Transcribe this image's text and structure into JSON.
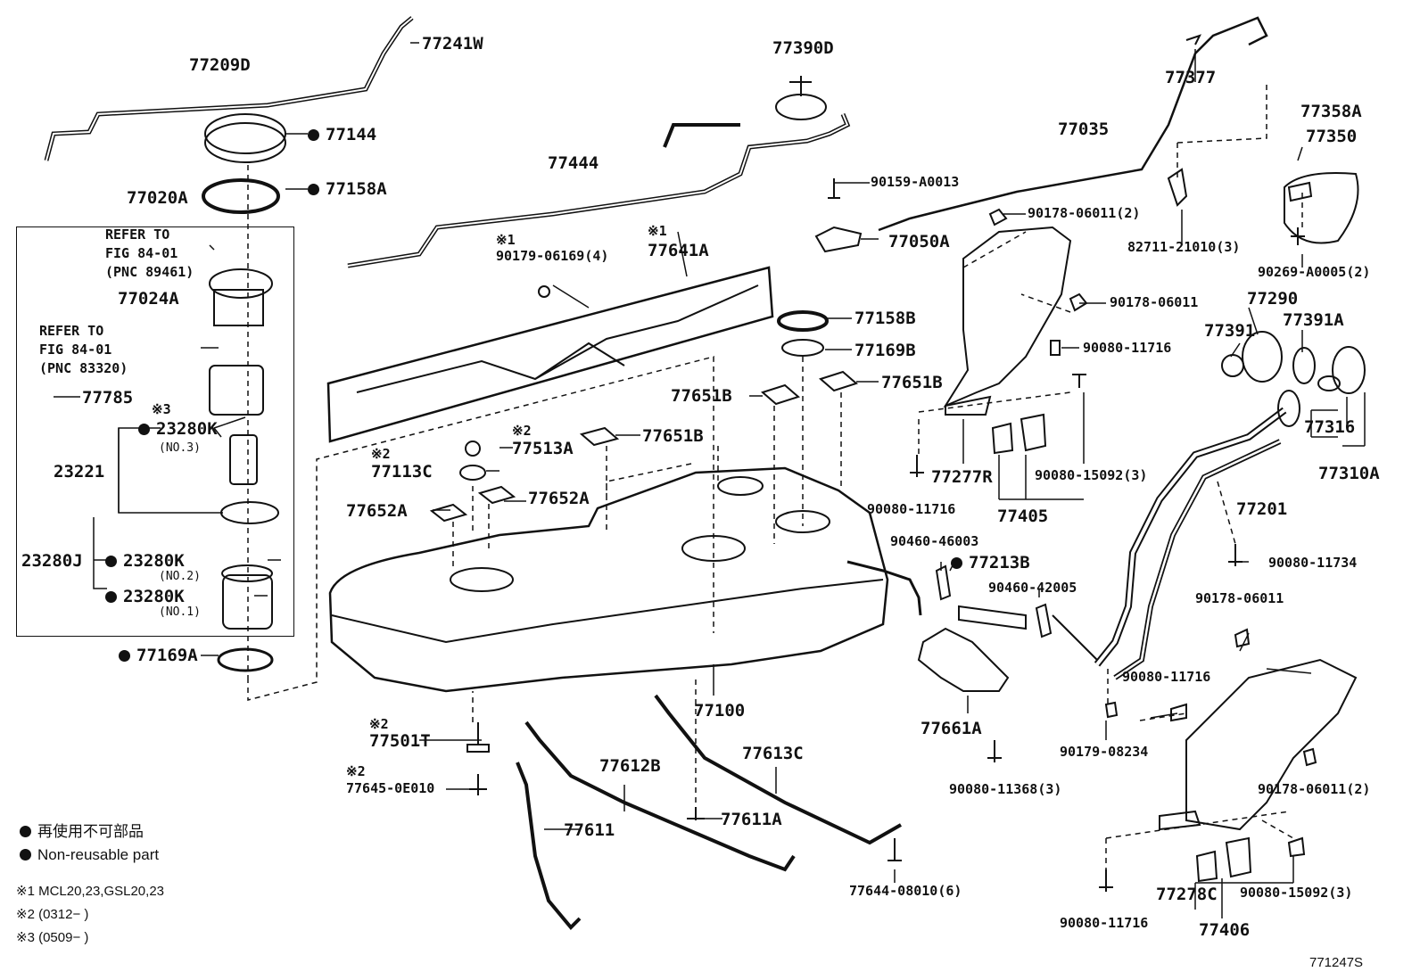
{
  "diagram": {
    "figure_code": "771247S",
    "legend": {
      "symbol_jp": "再使用不可部品",
      "symbol_en": "Non-reusable part",
      "note1": "※1 MCL20,23,GSL20,23",
      "note2": "※2 (0312−      )",
      "note3": "※3 (0509−      )"
    },
    "refer_blocks": [
      {
        "line1": "REFER TO",
        "line2": "FIG 84-01",
        "line3": "(PNC 89461)"
      },
      {
        "line1": "REFER TO",
        "line2": "FIG 84-01",
        "line3": "(PNC 83320)"
      }
    ],
    "sub_notes": {
      "no1": "(NO.1)",
      "no2": "(NO.2)",
      "no3": "(NO.3)",
      "mark1": "※1",
      "mark2": "※2",
      "mark3": "※3"
    },
    "parts": {
      "p77209D": "77209D",
      "p77241W": "77241W",
      "p77144": "77144",
      "p77158A": "77158A",
      "p77020A": "77020A",
      "p77024A": "77024A",
      "p77785": "77785",
      "p23280K": "23280K",
      "p23221": "23221",
      "p23280J": "23280J",
      "p77169A": "77169A",
      "p77390D": "77390D",
      "p77444": "77444",
      "p90179_06169": "90179-06169(4)",
      "p77641A": "77641A",
      "p77513A": "77513A",
      "p77113C": "77113C",
      "p77652A": "77652A",
      "p77651B": "77651B",
      "p77158B": "77158B",
      "p77169B": "77169B",
      "p77100": "77100",
      "p77501T": "77501T",
      "p77645": "77645-0E010",
      "p77612B": "77612B",
      "p77611": "77611",
      "p77611A": "77611A",
      "p77613C": "77613C",
      "p77644": "77644-08010(6)",
      "p90159": "90159-A0013",
      "p77050A": "77050A",
      "p77035": "77035",
      "p90178_06011_2": "90178-06011(2)",
      "p90178_06011": "90178-06011",
      "p90080_11716": "90080-11716",
      "p77277R": "77277R",
      "p90080_15092": "90080-15092(3)",
      "p77405": "77405",
      "p90460_46003": "90460-46003",
      "p77213B": "77213B",
      "p90460_42005": "90460-42005",
      "p77661A": "77661A",
      "p90080_11368": "90080-11368(3)",
      "p77377": "77377",
      "p77358A": "77358A",
      "p77350": "77350",
      "p82711": "82711-21010(3)",
      "p90269": "90269-A0005(2)",
      "p77290": "77290",
      "p77391": "77391",
      "p77391A": "77391A",
      "p77316": "77316",
      "p77310A": "77310A",
      "p77201": "77201",
      "p90080_11734": "90080-11734",
      "p90179_08234": "90179-08234",
      "p77278C": "77278C",
      "p77406": "77406"
    }
  }
}
